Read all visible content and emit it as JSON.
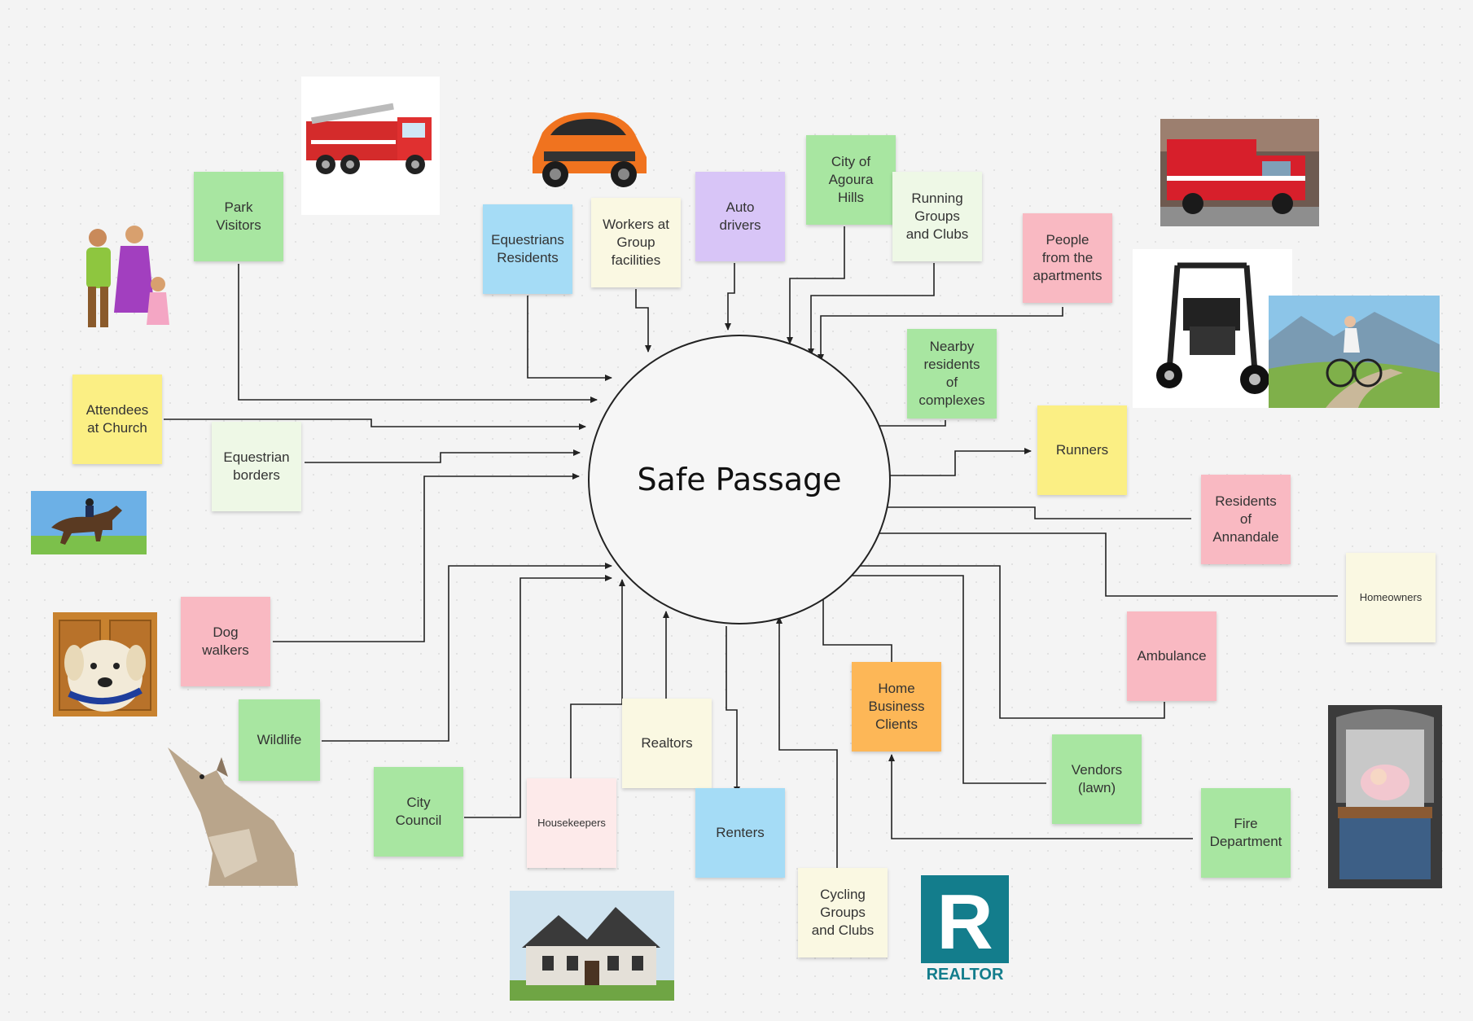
{
  "center": {
    "label": "Safe Passage"
  },
  "colors": {
    "green": "#a8e6a1",
    "yellow": "#fbef84",
    "blue": "#a5dcf6",
    "pink": "#f9b9c2",
    "purple": "#d8c5f7",
    "cream": "#faf8e2",
    "palegreen": "#eef8e6",
    "orange": "#fdb757",
    "palepink": "#fdeaea"
  },
  "notes": [
    {
      "id": "park-visitors",
      "label": "Park\nVisitors",
      "color": "green"
    },
    {
      "id": "equestrians-residents",
      "label": "Equestrians\nResidents",
      "color": "blue"
    },
    {
      "id": "workers-group",
      "label": "Workers at\nGroup\nfacilities",
      "color": "cream"
    },
    {
      "id": "auto-drivers",
      "label": "Auto\ndrivers",
      "color": "purple"
    },
    {
      "id": "city-agoura",
      "label": "City of\nAgoura\nHills",
      "color": "green"
    },
    {
      "id": "running-groups",
      "label": "Running\nGroups\nand Clubs",
      "color": "palegreen"
    },
    {
      "id": "people-apartments",
      "label": "People\nfrom the\napartments",
      "color": "pink"
    },
    {
      "id": "nearby-residents",
      "label": "Nearby\nresidents\nof\ncomplexes",
      "color": "green"
    },
    {
      "id": "attendees-church",
      "label": "Attendees\nat Church",
      "color": "yellow"
    },
    {
      "id": "equestrian-borders",
      "label": "Equestrian\nborders",
      "color": "palegreen"
    },
    {
      "id": "runners",
      "label": "Runners",
      "color": "yellow"
    },
    {
      "id": "residents-annandale",
      "label": "Residents\nof\nAnnandale",
      "color": "pink"
    },
    {
      "id": "homeowners",
      "label": "Homeowners",
      "color": "cream"
    },
    {
      "id": "dog-walkers",
      "label": "Dog\nwalkers",
      "color": "pink"
    },
    {
      "id": "ambulance",
      "label": "Ambulance",
      "color": "pink"
    },
    {
      "id": "wildlife",
      "label": "Wildlife",
      "color": "green"
    },
    {
      "id": "realtors",
      "label": "Realtors",
      "color": "cream"
    },
    {
      "id": "home-business",
      "label": "Home\nBusiness\nClients",
      "color": "orange"
    },
    {
      "id": "vendors-lawn",
      "label": "Vendors\n(lawn)",
      "color": "green"
    },
    {
      "id": "city-council",
      "label": "City\nCouncil",
      "color": "green"
    },
    {
      "id": "housekeepers",
      "label": "Housekeepers",
      "color": "palepink"
    },
    {
      "id": "renters",
      "label": "Renters",
      "color": "blue"
    },
    {
      "id": "fire-department",
      "label": "Fire\nDepartment",
      "color": "green"
    },
    {
      "id": "cycling-groups",
      "label": "Cycling\nGroups\nand Clubs",
      "color": "cream"
    }
  ],
  "images": [
    {
      "id": "fire-truck-toy",
      "icon": "fire-truck-icon"
    },
    {
      "id": "orange-suv",
      "icon": "car-icon"
    },
    {
      "id": "ambulance-photo",
      "icon": "ambulance-icon"
    },
    {
      "id": "family-cartoon",
      "icon": "family-icon"
    },
    {
      "id": "rollator",
      "icon": "walker-icon"
    },
    {
      "id": "cyclist",
      "icon": "cyclist-icon"
    },
    {
      "id": "horse-rider",
      "icon": "horse-rider-icon"
    },
    {
      "id": "dog-leash",
      "icon": "dog-icon"
    },
    {
      "id": "coyote",
      "icon": "coyote-icon"
    },
    {
      "id": "stroller-baby",
      "icon": "stroller-icon"
    },
    {
      "id": "house",
      "icon": "house-icon"
    },
    {
      "id": "realtor-logo",
      "icon": "realtor-logo-icon",
      "logo_text": "REALTOR"
    }
  ]
}
